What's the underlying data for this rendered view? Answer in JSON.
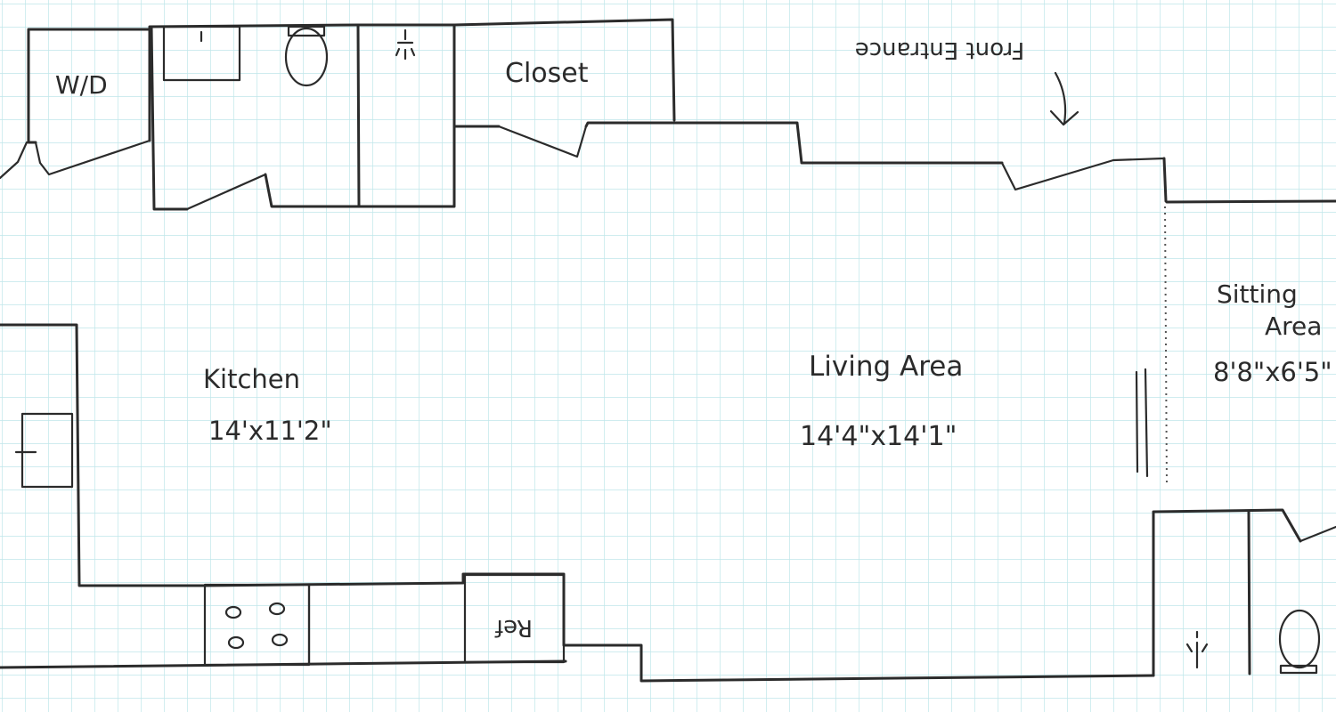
{
  "labels": {
    "wd": "W/D",
    "closet": "Closet",
    "front_entrance": "Front Entrance",
    "kitchen": "Kitchen",
    "kitchen_dims": "14'x11'2\"",
    "living": "Living Area",
    "living_dims": "14'4\"x14'1\"",
    "sitting": "Sitting",
    "sitting_area": "Area",
    "sitting_dims": "8'8\"x6'5\"",
    "ref": "Ref"
  },
  "colors": {
    "grid": "#bfe6ea",
    "ink": "#2b2b2b",
    "paper": "#ffffff"
  },
  "icons": [
    "toilet-icon",
    "shower-head-icon",
    "stove-burner-icon",
    "sink-icon",
    "arrow-down-icon"
  ]
}
